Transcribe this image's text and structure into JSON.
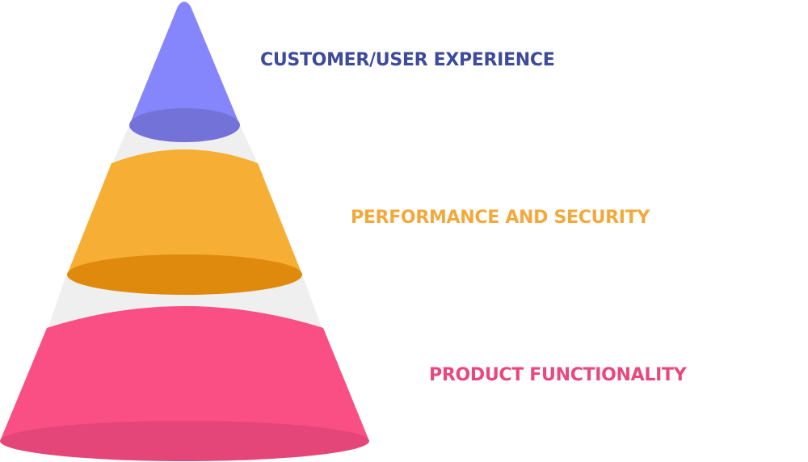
{
  "tiers": [
    {
      "label": "CUSTOMER/USER EXPERIENCE",
      "color_body": "#8686FC",
      "color_base": "#7272D8",
      "color_text": "#3E4A9C"
    },
    {
      "label": "PERFORMANCE AND SECURITY",
      "color_body": "#F6AE34",
      "color_base": "#DF8A0C",
      "color_text": "#F2A93B"
    },
    {
      "label": "PRODUCT FUNCTIONALITY",
      "color_body": "#F94F84",
      "color_base": "#E54679",
      "color_text": "#E8487F"
    }
  ],
  "connector_color": "#EFEFEF"
}
